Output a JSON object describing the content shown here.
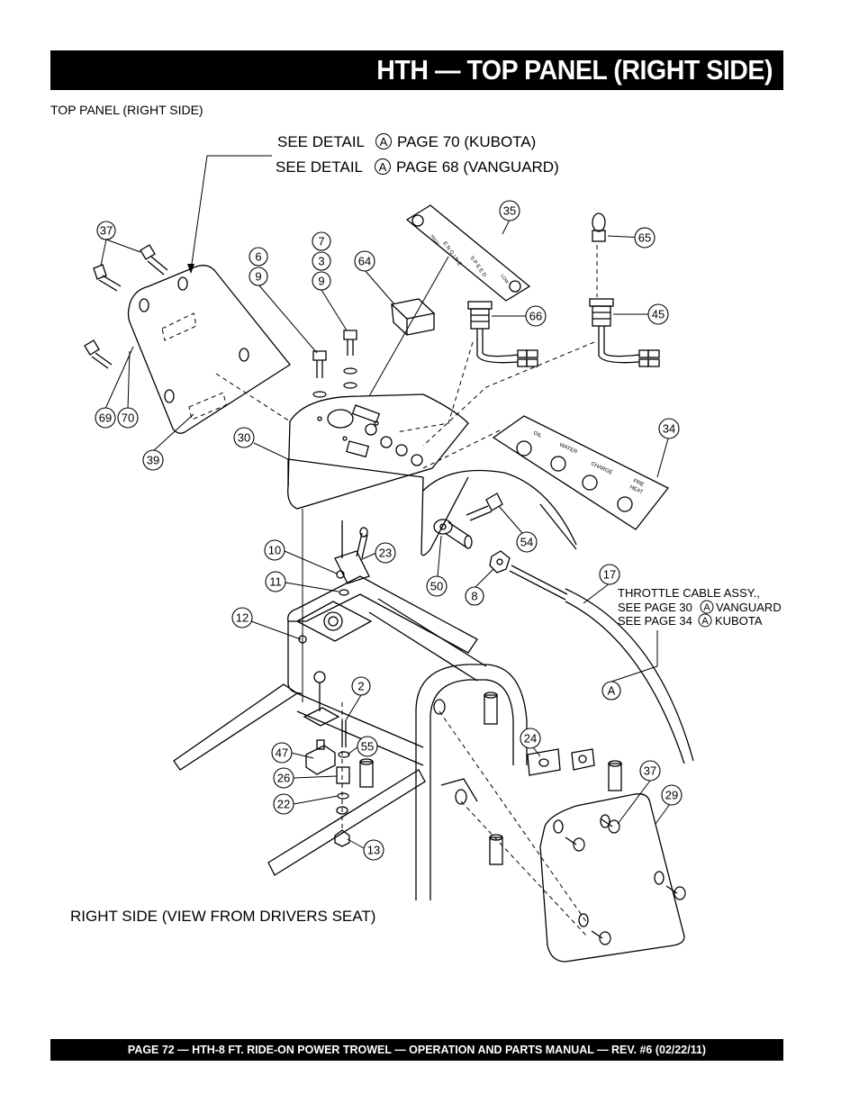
{
  "header": {
    "title": "HTH — TOP PANEL (RIGHT SIDE)"
  },
  "subtitle": "TOP PANEL (RIGHT SIDE)",
  "detail_refs": {
    "line1_pre": "SEE DETAIL",
    "line1_letter": "A",
    "line1_post": "PAGE 70 (KUBOTA)",
    "line2_pre": "SEE DETAIL",
    "line2_letter": "A",
    "line2_post": "PAGE 68 (VANGUARD)"
  },
  "throttle_note": {
    "line1": "THROTTLE CABLE ASSY.,",
    "line2_pre": "SEE PAGE 30",
    "line2_letter": "A",
    "line2_post": "VANGUARD",
    "line3_pre": "SEE PAGE 34",
    "line3_letter": "A",
    "line3_post": "KUBOTA"
  },
  "panel_labels": {
    "oil": "OIL",
    "water": "WATER",
    "charge": "CHARGE",
    "preheat_1": "PRE",
    "preheat_2": "HEAT"
  },
  "speed_plate": {
    "high": "HIGH",
    "engine": "E N G I N E",
    "speed": "S P E E D",
    "low": "LOW"
  },
  "callouts": [
    "37",
    "6",
    "9",
    "7",
    "3",
    "9",
    "64",
    "35",
    "65",
    "66",
    "45",
    "69",
    "70",
    "39",
    "30",
    "34",
    "10",
    "23",
    "11",
    "12",
    "50",
    "54",
    "8",
    "17",
    "A",
    "2",
    "47",
    "55",
    "26",
    "22",
    "13",
    "24",
    "37",
    "29"
  ],
  "caption": "RIGHT SIDE (VIEW FROM DRIVERS SEAT)",
  "footer": "PAGE 72 — HTH-8 FT.  RIDE-ON POWER TROWEL — OPERATION AND PARTS MANUAL — REV. #6 (02/22/11)"
}
